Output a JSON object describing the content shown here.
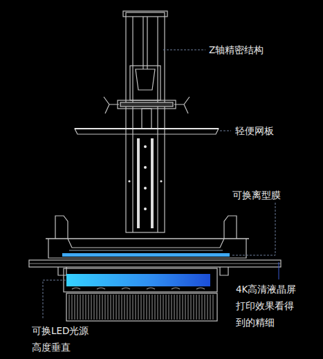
{
  "diagram": {
    "labels": [
      "Z轴精密结构",
      "轻便网板",
      "可换离型膜",
      "4K高清液晶屏 打印效果看得 到的精细",
      "可换LED光源 高度垂直"
    ]
  }
}
